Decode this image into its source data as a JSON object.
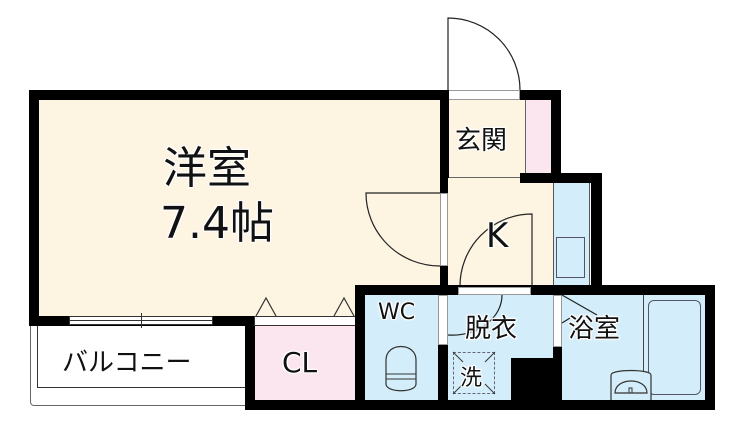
{
  "floorplan": {
    "rooms": [
      {
        "id": "western-room",
        "name": "洋室",
        "size": "7.4帖"
      },
      {
        "id": "entrance",
        "name": "玄関"
      },
      {
        "id": "kitchen",
        "name": "K"
      },
      {
        "id": "toilet",
        "name": "WC"
      },
      {
        "id": "dressing-room",
        "name": "脱衣"
      },
      {
        "id": "laundry",
        "name": "洗"
      },
      {
        "id": "bathroom",
        "name": "浴室"
      },
      {
        "id": "closet",
        "name": "CL"
      },
      {
        "id": "balcony",
        "name": "バルコニー"
      }
    ],
    "colors": {
      "wall": "#000000",
      "living_floor": "#fdf4e2",
      "storage_floor": "#fbe5ee",
      "wet_area_floor": "#d3eefa"
    }
  }
}
